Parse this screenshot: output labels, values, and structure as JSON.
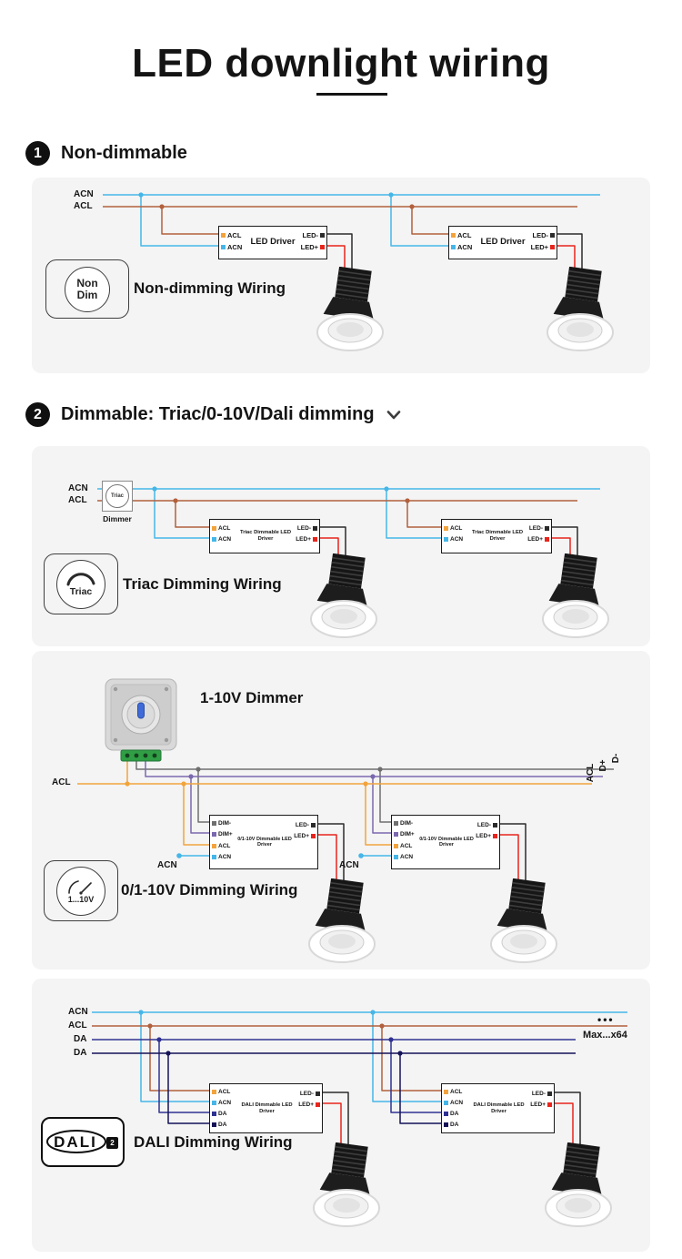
{
  "title": "LED downlight wiring",
  "s1": {
    "num": "1",
    "heading": "Non-dimmable",
    "bus": {
      "acn": "ACN",
      "acl": "ACL"
    },
    "driver": {
      "name": "LED Driver",
      "acl": "ACL",
      "acn": "ACN",
      "ledm": "LED-",
      "ledp": "LED+"
    },
    "badge": {
      "line1": "Non",
      "line2": "Dim"
    },
    "caption": "Non-dimming Wiring"
  },
  "s2": {
    "num": "2",
    "heading": "Dimmable: Triac/0-10V/Dali dimming"
  },
  "triac": {
    "bus": {
      "acn": "ACN",
      "acl": "ACL"
    },
    "dimmer": {
      "knob": "Triac",
      "label": "Dimmer"
    },
    "driver": {
      "name": "Triac Dimmable LED Driver",
      "acl": "ACL",
      "acn": "ACN",
      "ledm": "LED-",
      "ledp": "LED+"
    },
    "badge": "Triac",
    "caption": "Triac Dimming Wiring"
  },
  "v10": {
    "dimmer_title": "1-10V Dimmer",
    "acl": "ACL",
    "right": {
      "dm": "D-",
      "dp": "D+",
      "acl": "ACL"
    },
    "acn": "ACN",
    "driver": {
      "name": "0/1-10V Dimmable LED Driver",
      "dimm": "DIM-",
      "dimp": "DIM+",
      "acl": "ACL",
      "acn": "ACN",
      "ledm": "LED-",
      "ledp": "LED+"
    },
    "badge": "1...10V",
    "caption": "0/1-10V Dimming Wiring"
  },
  "dali": {
    "bus": {
      "acn": "ACN",
      "acl": "ACL",
      "da1": "DA",
      "da2": "DA"
    },
    "dots": "•••",
    "max": "Max...x64",
    "driver": {
      "name": "DALI Dimmable LED Driver",
      "acl": "ACL",
      "acn": "ACN",
      "da1": "DA",
      "da2": "DA",
      "ledm": "LED-",
      "ledp": "LED+"
    },
    "badge": {
      "word": "DALI",
      "num": "2"
    },
    "caption": "DALI Dimming Wiring"
  },
  "colors": {
    "wire_blue": "#45b6e8",
    "wire_brown": "#b2603d",
    "wire_red": "#e8251d",
    "wire_black": "#2b2b2b",
    "wire_orange": "#f2a33c",
    "wire_purple": "#7b68ae",
    "wire_navy": "#2e3192",
    "wire_dark_navy": "#151258",
    "panel_bg": "#f4f4f4"
  }
}
